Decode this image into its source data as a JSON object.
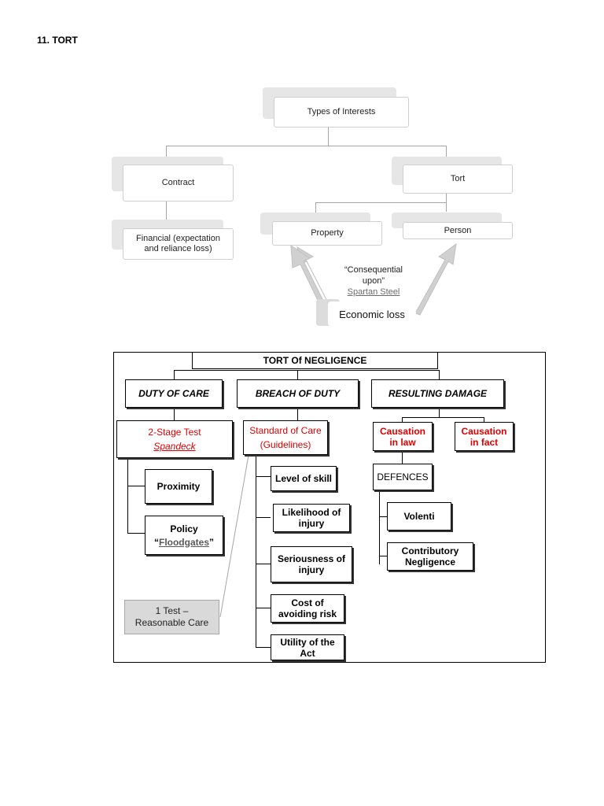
{
  "heading": "11. TORT",
  "interests_diagram": {
    "root": "Types of  Interests",
    "contract": "Contract",
    "tort": "Tort",
    "financial": "Financial (expectation and reliance loss)",
    "property": "Property",
    "person": "Person",
    "quote_line1": "“Consequential",
    "quote_line2": "upon”",
    "quote_case": "Spartan Steel",
    "economic_loss": "Economic  loss"
  },
  "negligence_diagram": {
    "title": "TORT Of NEGLIGENCE",
    "duty": "DUTY OF CARE",
    "breach": "BREACH OF DUTY",
    "damage": "RESULTING DAMAGE",
    "two_stage": "2-Stage Test",
    "spandeck": "Spandeck",
    "proximity": "Proximity",
    "policy": "Policy",
    "policy_open_quote": "“",
    "floodgates": "Floodgates",
    "policy_close_quote": "”",
    "one_test_line1": "1 Test –",
    "one_test_line2": "Reasonable Care",
    "standard_line1": "Standard of Care",
    "standard_line2": "(Guidelines)",
    "level": "Level of skill",
    "likelihood": "Likelihood of injury",
    "seriousness": "Seriousness of injury",
    "cost": "Cost of avoiding risk",
    "utility": "Utility of the Act",
    "causation_law": "Causation in law",
    "causation_fact": "Causation in fact",
    "defences": "DEFENCES",
    "volenti": "Volenti",
    "contributory": "Contributory Negligence"
  },
  "colors": {
    "red_text": "#e00000",
    "grey_box": "#d9d9d9",
    "arrow_grey": "#d0d0d0"
  }
}
